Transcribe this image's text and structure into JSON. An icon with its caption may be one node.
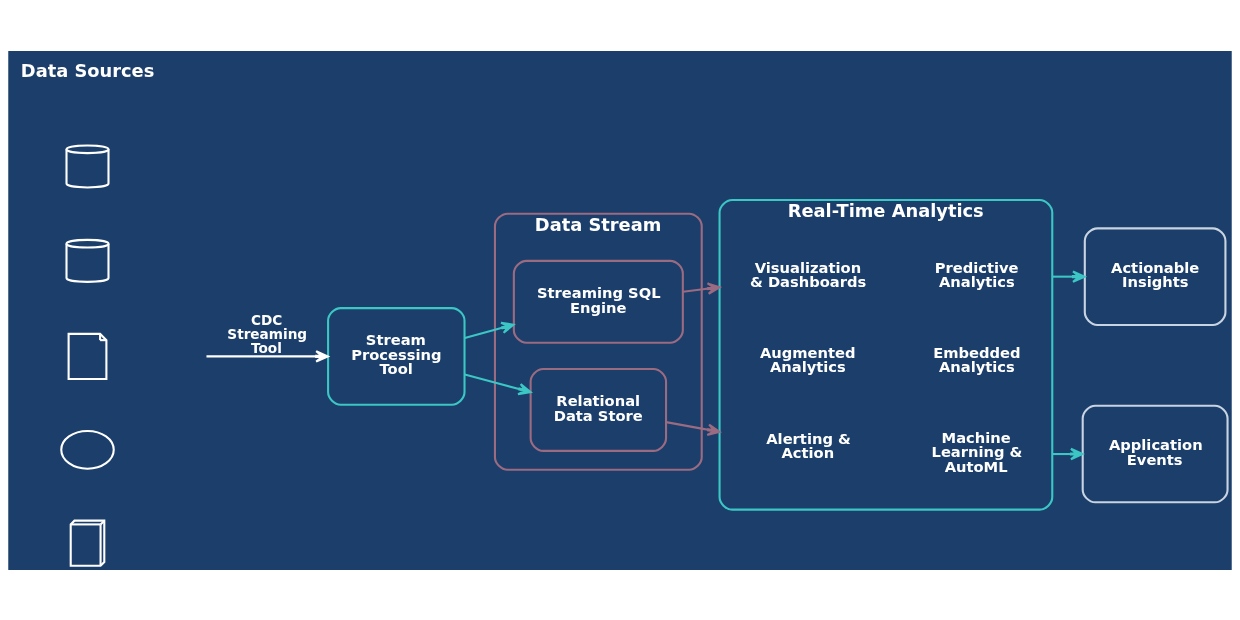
{
  "diagram": {
    "nodes": [
      {
        "text": [],
        "shape": "cylinder"
      },
      {
        "text": [],
        "shape": "cylinder"
      },
      {
        "text": [],
        "shape": "document"
      },
      {
        "text": [],
        "shape": "cloud"
      },
      {
        "text": [],
        "shape": "server"
      },
      {
        "text": [
          "Stream Processing Tool"
        ]
      },
      {
        "text": [
          "Data Stream"
        ]
      },
      {
        "text": [
          "Streaming SQL Engine"
        ],
        "in": 6
      },
      {
        "text": [
          "Relational Data Store"
        ],
        "in": 6
      },
      {
        "text": [
          "Real-Time Analytics"
        ]
      },
      {
        "text": [
          "Visualization & Dashboards"
        ],
        "in": 9
      },
      {
        "text": [
          "Predictive Analytics"
        ],
        "in": 9
      },
      {
        "text": [
          "Augmented Analytics"
        ],
        "in": 9
      },
      {
        "text": [
          "Embedded Analytics"
        ],
        "in": 9
      },
      {
        "text": [
          "Alerting & Action"
        ],
        "in": 9
      },
      {
        "text": [
          "Machine Learning & AutoML"
        ],
        "in": 9
      },
      {
        "text": [
          "Actionable Insights"
        ]
      },
      {
        "text": [
          "Application Events"
        ]
      }
    ],
    "edges": [
      {
        "from": null,
        "to": 5,
        "arrow": "to",
        "label": "CDC Streaming Tool",
        "color": "#ffffff"
      },
      {
        "from": 5,
        "to": 7,
        "arrow": "to"
      },
      {
        "from": 5,
        "to": 8,
        "arrow": "to"
      },
      {
        "from": 7,
        "to": 9,
        "arrow": "to",
        "color": "#9b6b82"
      },
      {
        "from": 8,
        "to": 9,
        "arrow": "to",
        "color": "#9b6b82"
      },
      {
        "from": 9,
        "to": 16,
        "arrow": "to"
      },
      {
        "from": 9,
        "to": 17,
        "arrow": "to"
      }
    ],
    "labels": [
      "Data Sources"
    ]
  }
}
